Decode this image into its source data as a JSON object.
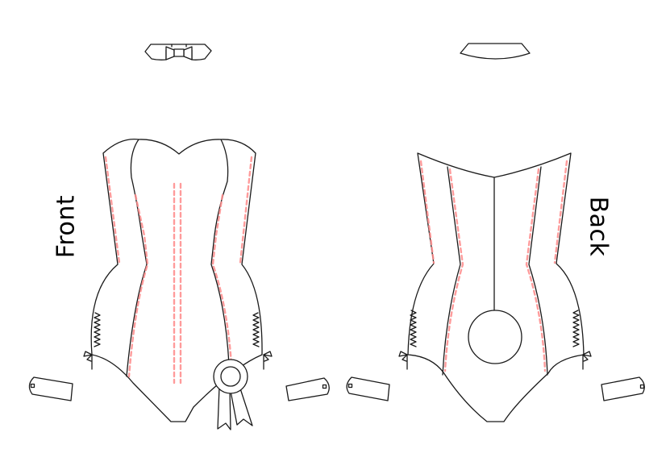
{
  "views": {
    "front": {
      "label": "Front"
    },
    "back": {
      "label": "Back"
    }
  },
  "colors": {
    "outline": "#1a1a1a",
    "topstitch": "#ff8a8a",
    "background": "#ffffff"
  },
  "components": [
    "front-collar-with-bow",
    "back-collar",
    "front-bodysuit",
    "back-bodysuit",
    "rosette",
    "cuffs"
  ]
}
